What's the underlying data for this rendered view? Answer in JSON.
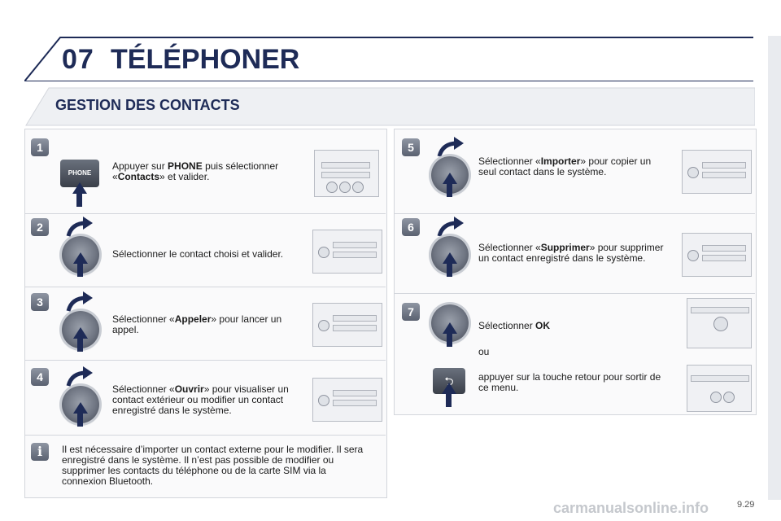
{
  "header": {
    "chapter_number": "07",
    "chapter_title": "TÉLÉPHONER"
  },
  "section": {
    "title": "GESTION DES CONTACTS"
  },
  "steps": [
    {
      "number": "1",
      "pre": "Appuyer sur ",
      "bold1": "PHONE",
      "mid": " puis sélectionner «",
      "bold2": "Contacts",
      "post": "» et valider.",
      "icon": "phone-button"
    },
    {
      "number": "2",
      "text": "Sélectionner le contact choisi et valider.",
      "icon": "knob"
    },
    {
      "number": "3",
      "pre": "Sélectionner «",
      "bold": "Appeler",
      "post": "» pour lancer un appel.",
      "icon": "knob"
    },
    {
      "number": "4",
      "pre": "Sélectionner «",
      "bold": "Ouvrir",
      "post": "» pour visualiser un contact extérieur ou modifier un contact enregistré dans le système.",
      "icon": "knob"
    },
    {
      "number": "5",
      "pre": "Sélectionner «",
      "bold": "Importer",
      "post": "» pour copier un seul contact dans le système.",
      "icon": "knob"
    },
    {
      "number": "6",
      "pre": "Sélectionner «",
      "bold": "Supprimer",
      "post": "» pour supprimer un contact enregistré dans le système.",
      "icon": "knob"
    },
    {
      "number": "7",
      "pre": "Sélectionner ",
      "bold": "OK",
      "or": "ou",
      "alt": "appuyer sur la touche retour pour sortir de ce menu.",
      "icon": "knob"
    }
  ],
  "phone_button_label": "PHONE",
  "info_note": "Il est nécessaire d’importer un contact externe pour le modifier. Il sera enregistré dans le système. Il n’est pas possible de modifier ou supprimer les contacts du téléphone ou de la carte SIM via la connexion Bluetooth.",
  "info_icon": "i",
  "page_number": "9.29",
  "watermark": "carmanualsonline.info"
}
